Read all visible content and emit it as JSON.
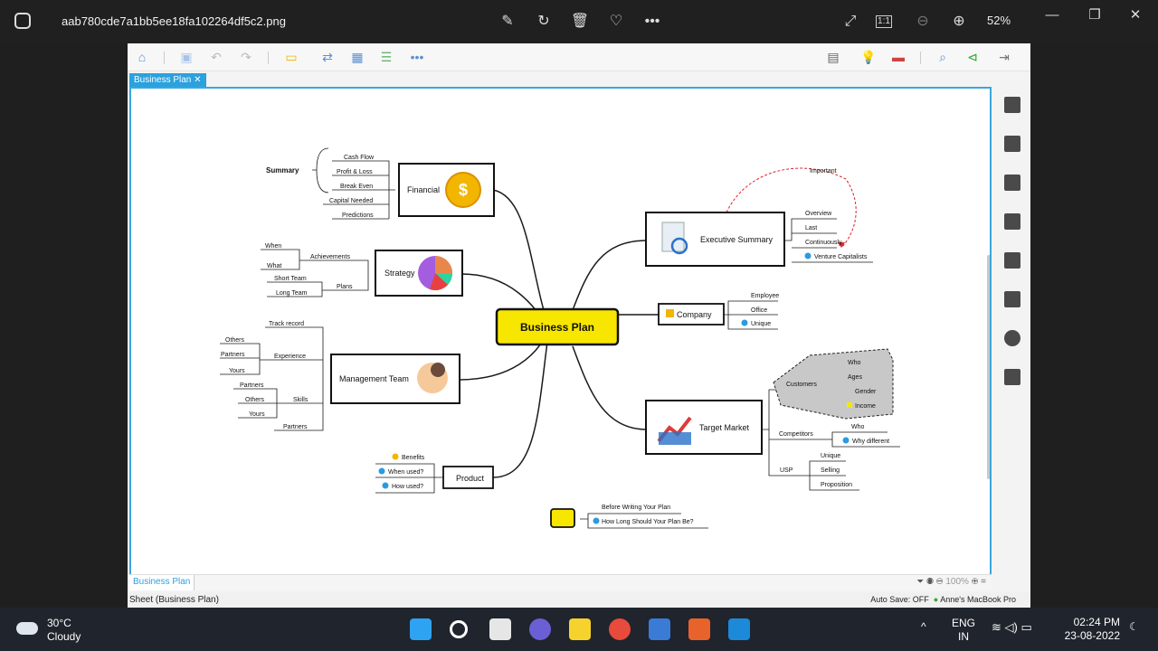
{
  "viewer": {
    "filename": "aab780cde7a1bb5ee18fa102264df5c2.png",
    "zoom": "52%",
    "icons": [
      "edit-icon",
      "rotate-icon",
      "delete-icon",
      "favorite-icon",
      "more-icon",
      "fullscreen-icon",
      "actual-size-icon",
      "zoom-out-icon",
      "zoom-in-icon"
    ]
  },
  "xmind": {
    "tab_label": "Business Plan",
    "sheet_tab": "Business Plan",
    "zoom_label": "100%",
    "status_left": "Sheet (Business Plan)",
    "status_autosave": "Auto Save: OFF",
    "status_device": "Anne's MacBook Pro"
  },
  "mindmap": {
    "central": "Business Plan",
    "financial": "Financial",
    "financial_summary": "Summary",
    "financial_items": [
      "Cash Flow",
      "Profit & Loss",
      "Break Even",
      "Capital Needed",
      "Predictions"
    ],
    "strategy": "Strategy",
    "strategy_achievements": "Achievements",
    "strategy_ach_items": [
      "When",
      "What"
    ],
    "strategy_plans": "Plans",
    "strategy_plan_items": [
      "Short Team",
      "Long Team"
    ],
    "management": "Management Team",
    "mgmt_track": "Track record",
    "mgmt_experience": "Experience",
    "mgmt_exp_items": [
      "Others",
      "Partners",
      "Yours"
    ],
    "mgmt_skills": "Skills",
    "mgmt_skill_items": [
      "Partners",
      "Others",
      "Yours"
    ],
    "mgmt_partners": "Partners",
    "product": "Product",
    "product_items": [
      "Benefits",
      "When used?",
      "How used?"
    ],
    "exec": "Executive Summary",
    "exec_items": [
      "Overview",
      "Last",
      "Continuously",
      "Venture Capitalists"
    ],
    "exec_relation": "Important",
    "company": "Company",
    "company_items": [
      "Employee",
      "Office",
      "Unique"
    ],
    "target": "Target Market",
    "customers": "Customers",
    "customer_items": [
      "Who",
      "Ages",
      "Gender",
      "Income"
    ],
    "competitors": "Competitors",
    "competitor_items": [
      "Who",
      "Why different"
    ],
    "usp": "USP",
    "usp_items": [
      "Unique",
      "Selling",
      "Proposition"
    ],
    "floating_items": [
      "Before Writing Your Plan",
      "How Long Should Your Plan Be?"
    ],
    "colors": {
      "central_fill": "#f7e600",
      "line": "#1a1a1a",
      "relation": "#d9262c",
      "boundary": "#c8c8c8"
    }
  },
  "taskbar": {
    "temp": "30°C",
    "weather": "Cloudy",
    "lang1": "ENG",
    "lang2": "IN",
    "time": "02:24 PM",
    "date": "23-08-2022"
  }
}
